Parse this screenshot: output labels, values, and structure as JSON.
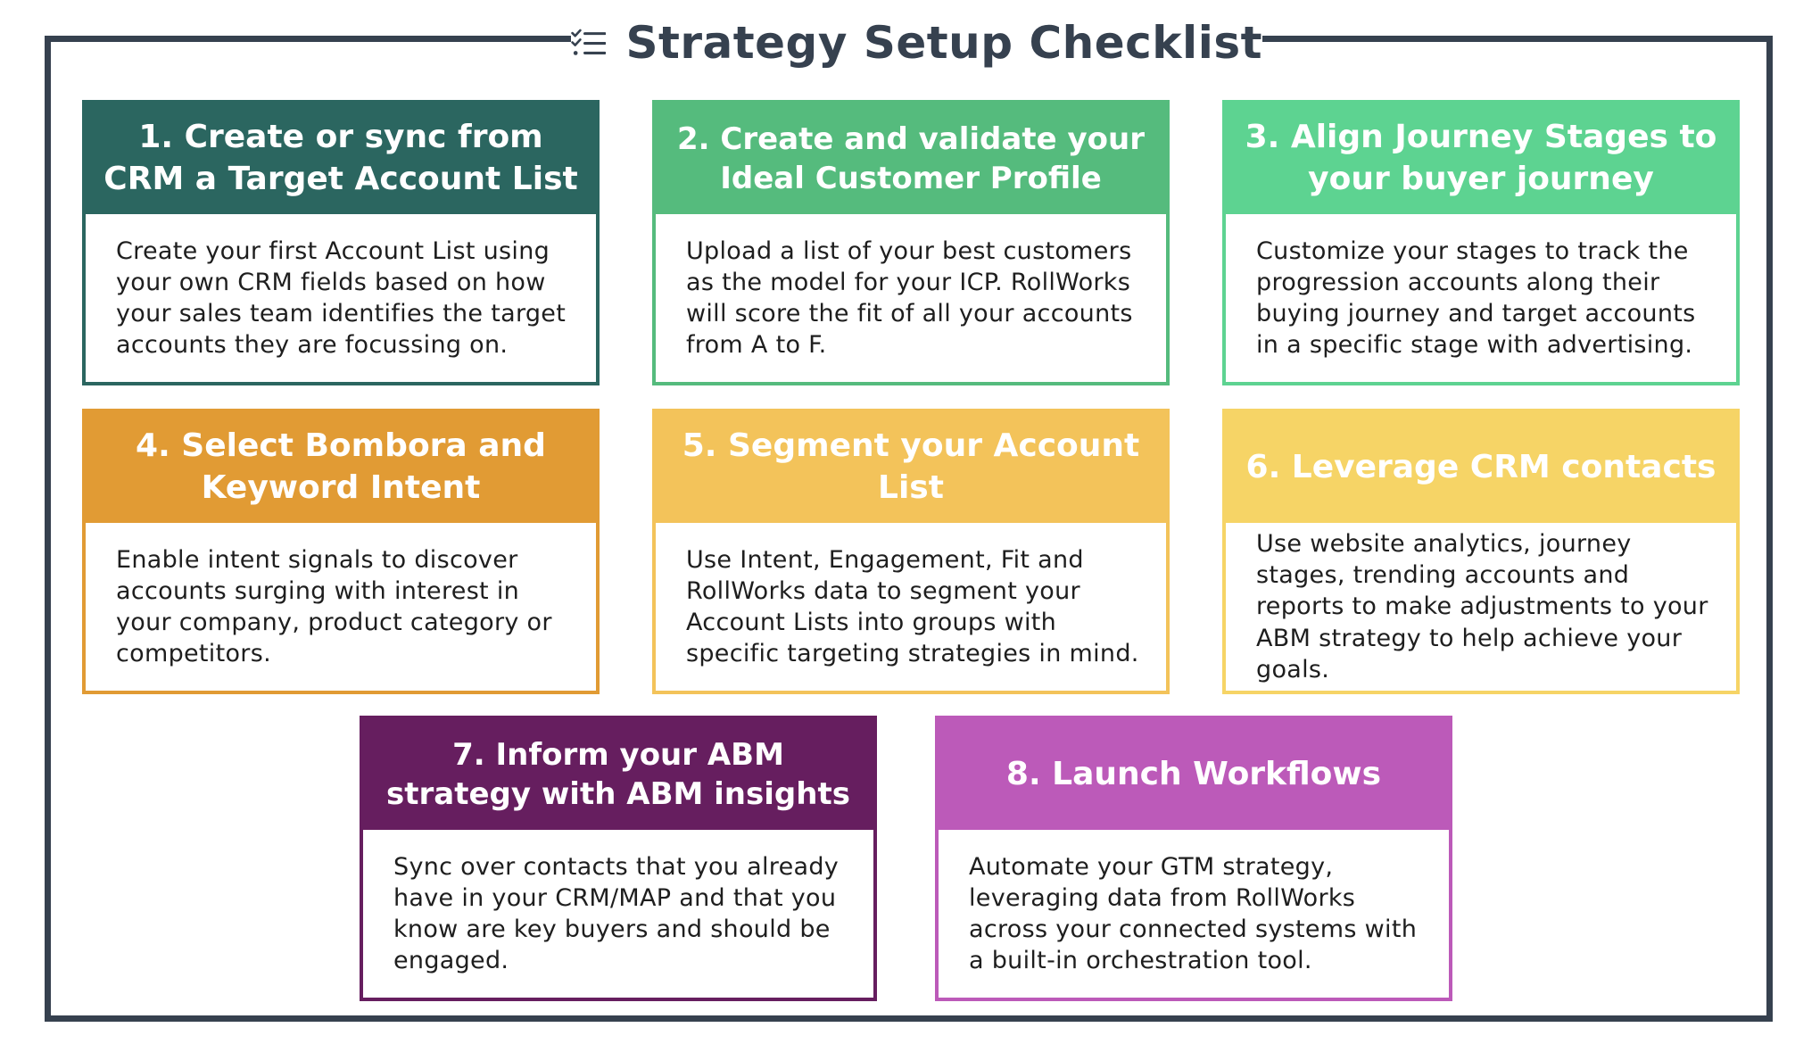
{
  "title": "Strategy Setup Checklist",
  "title_icon": "checklist-icon",
  "colors": {
    "frame": "#36414f",
    "step1": "#2b6660",
    "step2": "#55bb7d",
    "step3": "#5dd391",
    "step4": "#e19b34",
    "step5": "#f3c35a",
    "step6": "#f6d466",
    "step7": "#661e5f",
    "step8": "#bc5ab9"
  },
  "steps": [
    {
      "heading": "1. Create or sync from CRM a Target Account List",
      "body": "Create your first Account List using your own CRM fields based on how your sales team identifies the target accounts they are focussing on."
    },
    {
      "heading": "2. Create and validate your Ideal Customer Profile",
      "body": "Upload a list of your best customers as the model for your ICP. RollWorks will score the fit of all your accounts from A to F."
    },
    {
      "heading": "3. Align Journey Stages to your buyer journey",
      "body": "Customize your stages to track the progression accounts along their buying journey and target accounts in a specific stage with advertising."
    },
    {
      "heading": "4. Select Bombora and Keyword Intent",
      "body": "Enable intent signals to discover accounts surging with interest in your company, product category or competitors."
    },
    {
      "heading": "5. Segment your Account List",
      "body": "Use Intent, Engagement, Fit and RollWorks data to segment your Account Lists into groups with specific targeting strategies in mind."
    },
    {
      "heading": "6. Leverage CRM contacts",
      "body": "Use website analytics, journey stages, trending accounts and reports to make adjustments to your ABM strategy to help achieve your goals."
    },
    {
      "heading": "7. Inform your ABM strategy with ABM insights",
      "body": "Sync over contacts that you already have in your CRM/MAP and that you know are key buyers and should be engaged."
    },
    {
      "heading": "8. Launch Workflows",
      "body": "Automate your GTM strategy, leveraging data from RollWorks across your connected systems with a built-in orchestration tool."
    }
  ]
}
